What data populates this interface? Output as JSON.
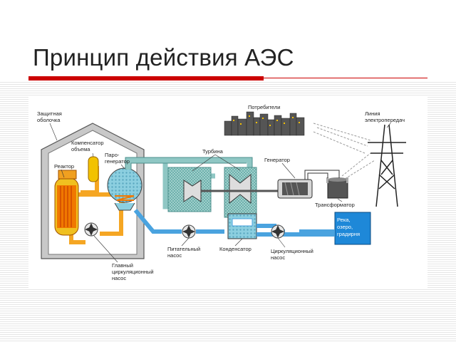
{
  "slide": {
    "title": "Принцип действия АЭС"
  },
  "labels": {
    "containment_line1": "Защитная",
    "containment_line2": "оболочка",
    "compensator_line1": "Компенсатор",
    "compensator_line2": "объема",
    "steamgen_line1": "Паро-",
    "steamgen_line2": "генератор",
    "reactor": "Реактор",
    "turbine": "Турбина",
    "consumers": "Потребители",
    "powerline_line1": "Линия",
    "powerline_line2": "электропередач",
    "generator": "Генератор",
    "transformer": "Трансформатор",
    "water_line1": "Река,",
    "water_line2": "озеро,",
    "water_line3": "градирня",
    "feedpump_line1": "Питательный",
    "feedpump_line2": "насос",
    "condenser": "Конденсатор",
    "circpump_line1": "Циркуляционный",
    "circpump_line2": "насос",
    "mainpump_line1": "Главный",
    "mainpump_line2": "циркуляционный",
    "mainpump_line3": "насос"
  },
  "colors": {
    "accent_red": "#cc0000",
    "primary_loop": "#f5a623",
    "steam": "#8fc7c4",
    "water": "#4aa3df",
    "reservoir": "#1e88d8",
    "reactor_core": "#f0c020"
  }
}
